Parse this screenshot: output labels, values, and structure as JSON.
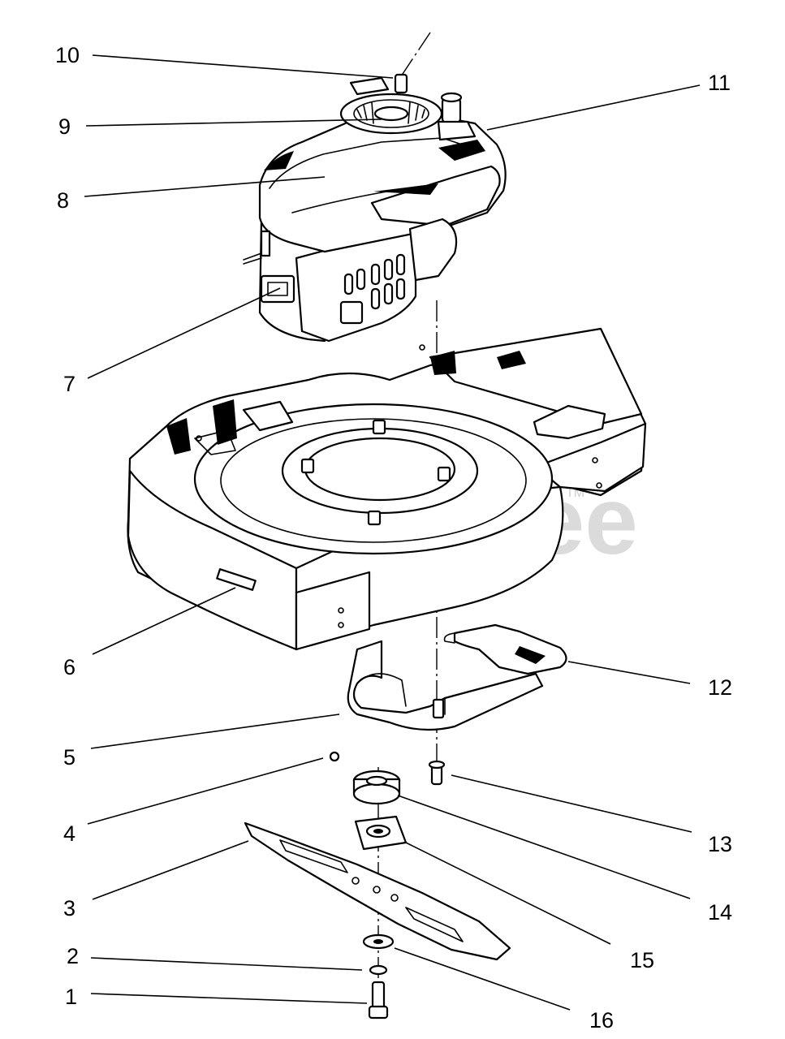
{
  "diagram": {
    "watermark": "PartsTree",
    "watermark_mark": "TM",
    "callouts": [
      "1",
      "2",
      "3",
      "4",
      "5",
      "6",
      "7",
      "8",
      "9",
      "10",
      "11",
      "12",
      "13",
      "14",
      "15",
      "16"
    ]
  }
}
